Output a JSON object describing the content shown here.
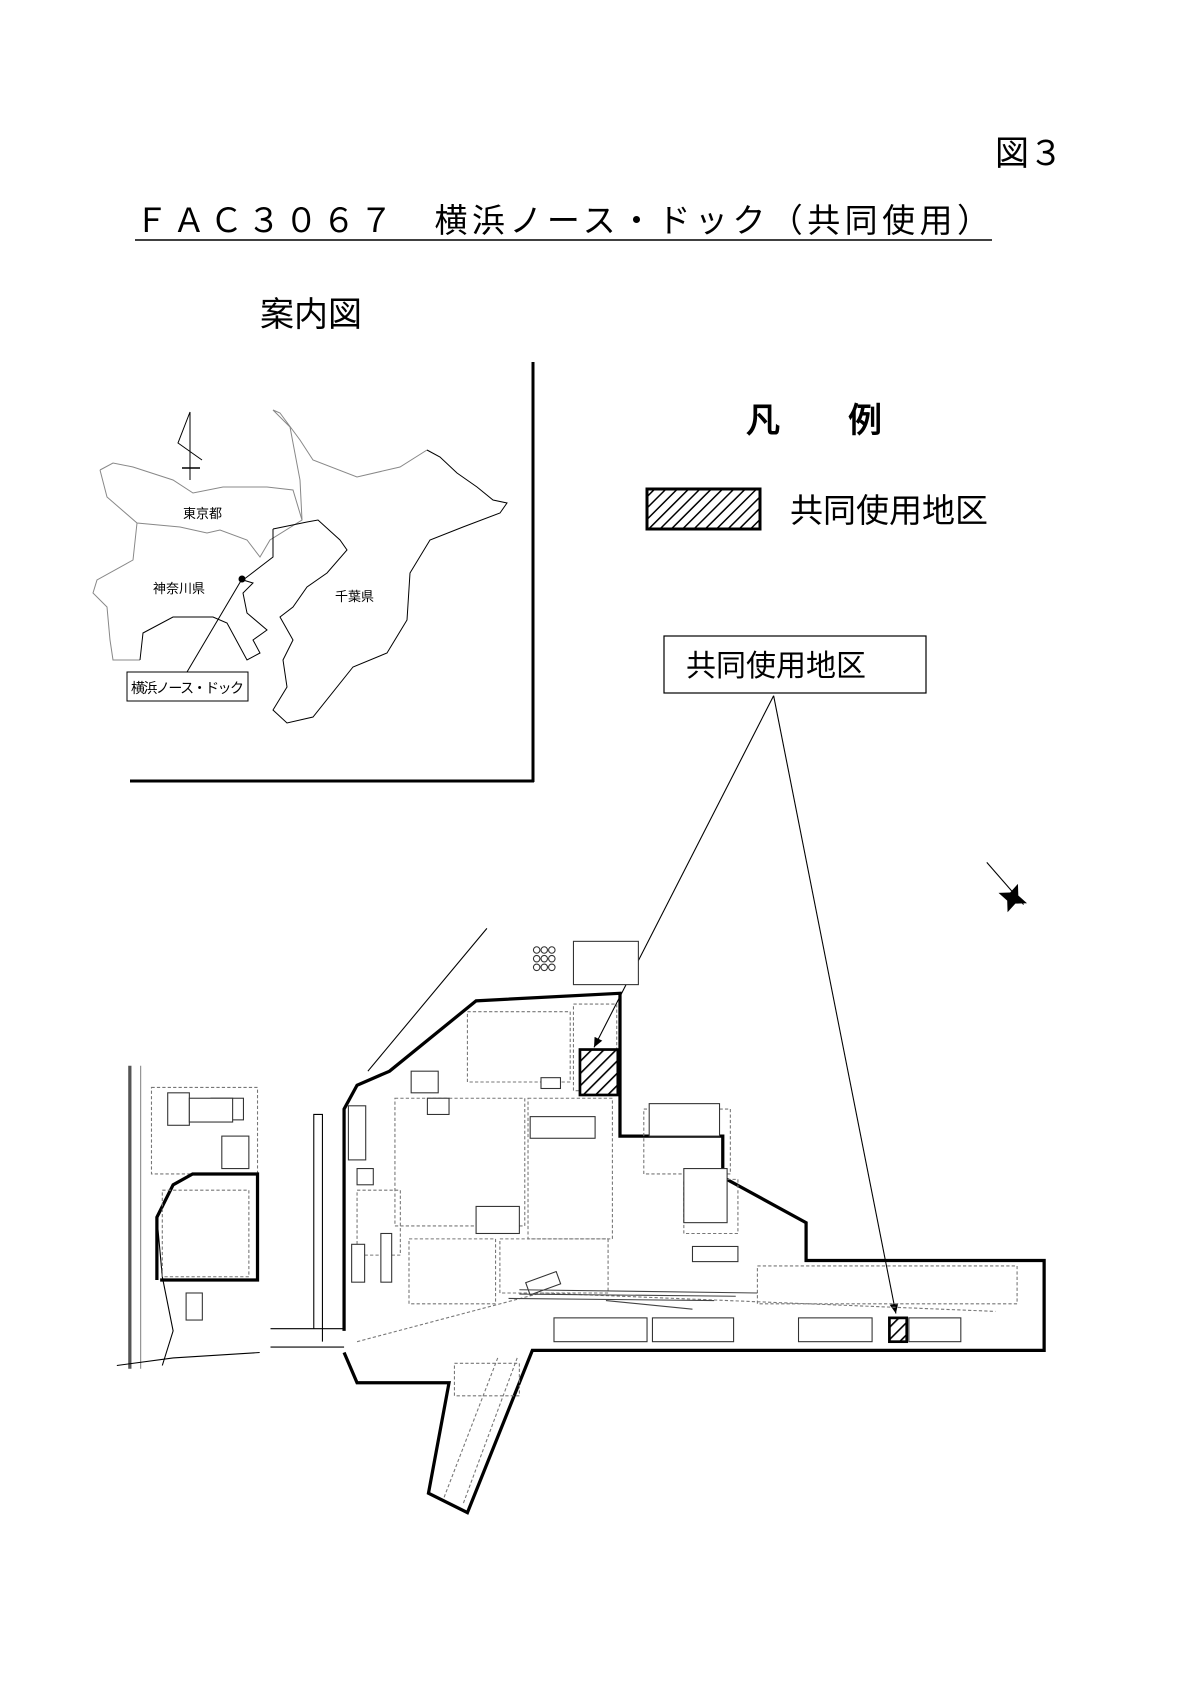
{
  "figure_number": "図３",
  "title": "ＦＡＣ３０６７　横浜ノース・ドック（共同使用）",
  "location_map": {
    "heading": "案内図",
    "labels": {
      "tokyo": "東京都",
      "kanagawa": "神奈川県",
      "chiba": "千葉県"
    },
    "site_label": "横浜ノース・ドック"
  },
  "legend": {
    "heading": "凡　　例",
    "items": [
      {
        "label": "共同使用地区",
        "pattern": "hatched"
      }
    ]
  },
  "callout": {
    "label": "共同使用地区"
  },
  "colors": {
    "ink": "#000000",
    "border_gray": "#888888"
  }
}
